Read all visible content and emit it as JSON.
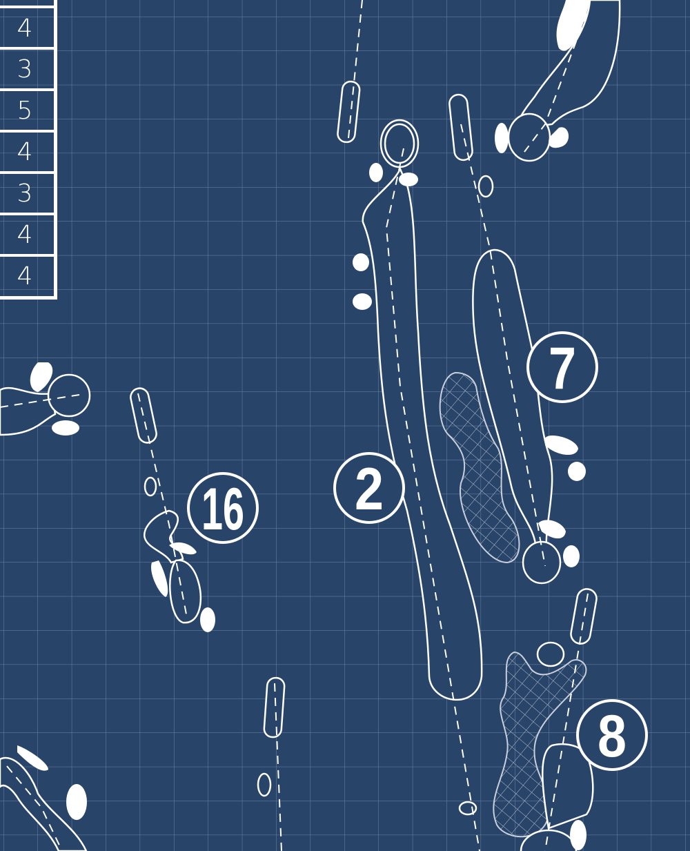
{
  "colors": {
    "background": "#284469",
    "lines": "#ffffff",
    "grid": "#5b74998c",
    "hazard": "#c9d0dc"
  },
  "scorecard": {
    "pars": [
      "4",
      "3",
      "5",
      "4",
      "3",
      "4",
      "4"
    ]
  },
  "holes": [
    {
      "label": "2"
    },
    {
      "label": "7"
    },
    {
      "label": "8"
    },
    {
      "label": "16"
    }
  ]
}
